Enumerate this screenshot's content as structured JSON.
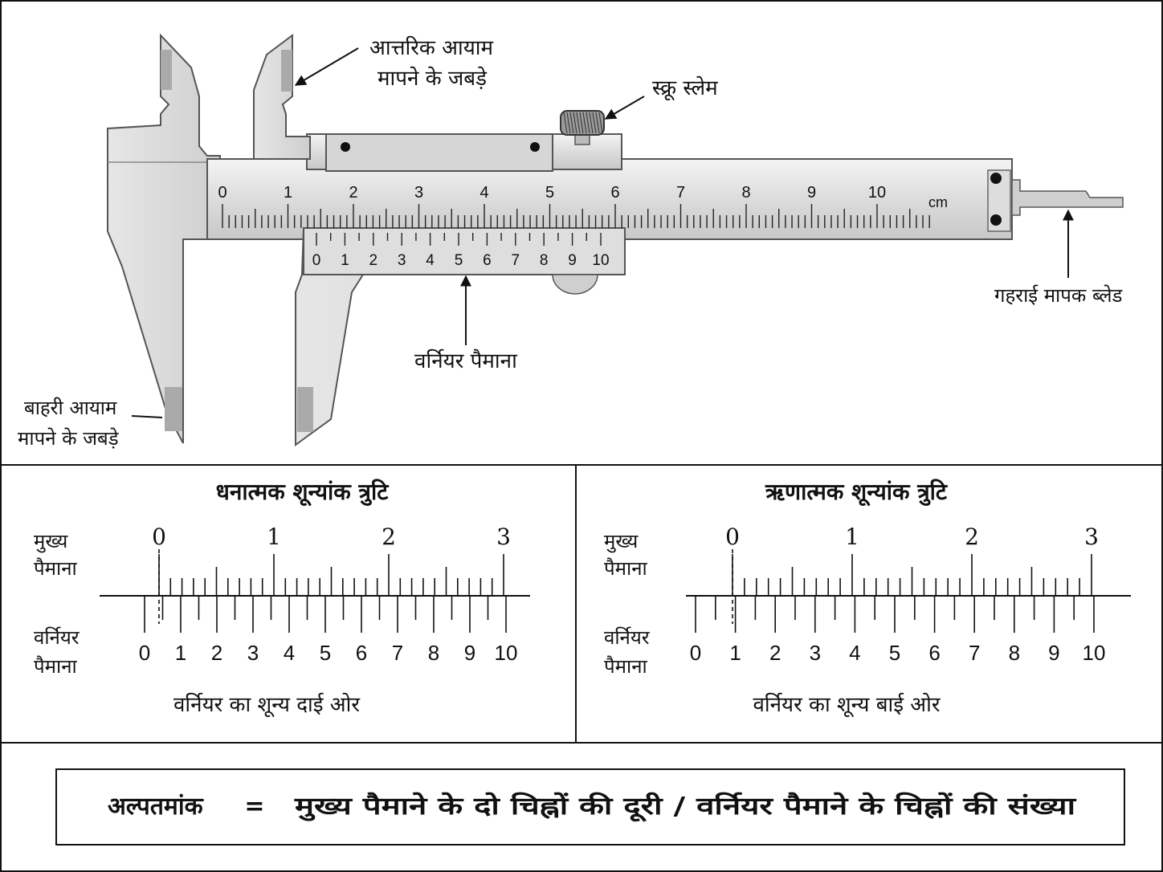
{
  "caliper": {
    "labels": {
      "inner_jaws": [
        "आत्तरिक आयाम",
        "मापने के जबड़े"
      ],
      "screw": "स्क्रू स्लेम",
      "depth_blade": "गहराई मापक ब्लेड",
      "vernier_scale": "वर्नियर पैमाना",
      "outer_jaws": [
        "बाहरी आयाम",
        "मापने के जबड़े"
      ]
    },
    "main_scale_numbers": [
      "0",
      "1",
      "2",
      "3",
      "4",
      "5",
      "6",
      "7",
      "8",
      "9",
      "10"
    ],
    "unit": "cm",
    "vernier_numbers": [
      "0",
      "1",
      "2",
      "3",
      "4",
      "5",
      "6",
      "7",
      "8",
      "9",
      "10"
    ]
  },
  "positive_error": {
    "title": "धनात्मक शून्यांक त्रुटि",
    "main_label": [
      "मुख्य",
      "पैमाना"
    ],
    "vernier_label": [
      "वर्नियर",
      "पैमाना"
    ],
    "main_numbers": [
      "0",
      "1",
      "2",
      "3"
    ],
    "vernier_numbers": [
      "0",
      "1",
      "2",
      "3",
      "4",
      "5",
      "6",
      "7",
      "8",
      "9",
      "10"
    ],
    "caption": "वर्नियर का शून्य दाई ओर"
  },
  "negative_error": {
    "title": "ऋणात्मक शून्यांक त्रुटि",
    "main_label": [
      "मुख्य",
      "पैमाना"
    ],
    "vernier_label": [
      "वर्नियर",
      "पैमाना"
    ],
    "main_numbers": [
      "0",
      "1",
      "2",
      "3"
    ],
    "vernier_numbers": [
      "0",
      "1",
      "2",
      "3",
      "4",
      "5",
      "6",
      "7",
      "8",
      "9",
      "10"
    ],
    "caption": "वर्नियर का शून्य बाई ओर"
  },
  "formula": {
    "lhs": "अल्पतमांक",
    "eq": "=",
    "rhs": "मुख्य पैमाने के दो चिह्नों की दूरी / वर्नियर पैमाने के चिह्नों की संख्या"
  }
}
